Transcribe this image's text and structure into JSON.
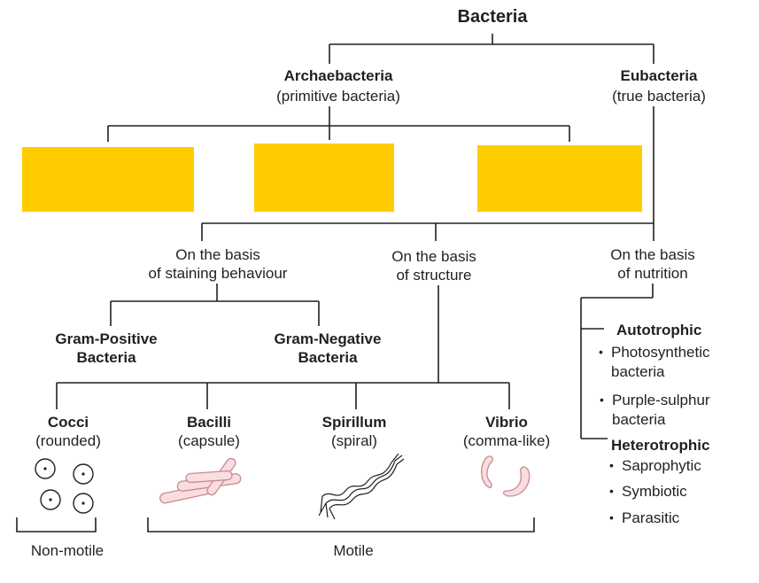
{
  "title": "Bacteria",
  "archaebacteria": {
    "name": "Archaebacteria",
    "desc": "(primitive bacteria)"
  },
  "eubacteria": {
    "name": "Eubacteria",
    "desc": "(true bacteria)"
  },
  "basis": {
    "staining": [
      "On the basis",
      "of staining behaviour"
    ],
    "structure": [
      "On the basis",
      "of structure"
    ],
    "nutrition": [
      "On the basis",
      "of nutrition"
    ]
  },
  "gram": {
    "positive": [
      "Gram-Positive",
      "Bacteria"
    ],
    "negative": [
      "Gram-Negative",
      "Bacteria"
    ]
  },
  "shapes": [
    {
      "name": "Cocci",
      "desc": "(rounded)"
    },
    {
      "name": "Bacilli",
      "desc": "(capsule)"
    },
    {
      "name": "Spirillum",
      "desc": "(spiral)"
    },
    {
      "name": "Vibrio",
      "desc": "(comma-like)"
    }
  ],
  "motility": {
    "non_motile": "Non-motile",
    "motile": "Motile"
  },
  "nutrition": {
    "autotrophic": "Autotrophic",
    "auto_items": [
      [
        "Photosynthetic",
        "bacteria"
      ],
      [
        "Purple-sulphur",
        "bacteria"
      ]
    ],
    "heterotrophic": "Heterotrophic",
    "hetero_items": [
      "Saprophytic",
      "Symbiotic",
      "Parasitic"
    ]
  },
  "colors": {
    "box": "#ffcc00",
    "line": "#231f20",
    "cell_fill": "#f9dde0",
    "cell_stroke": "#c98a91"
  }
}
